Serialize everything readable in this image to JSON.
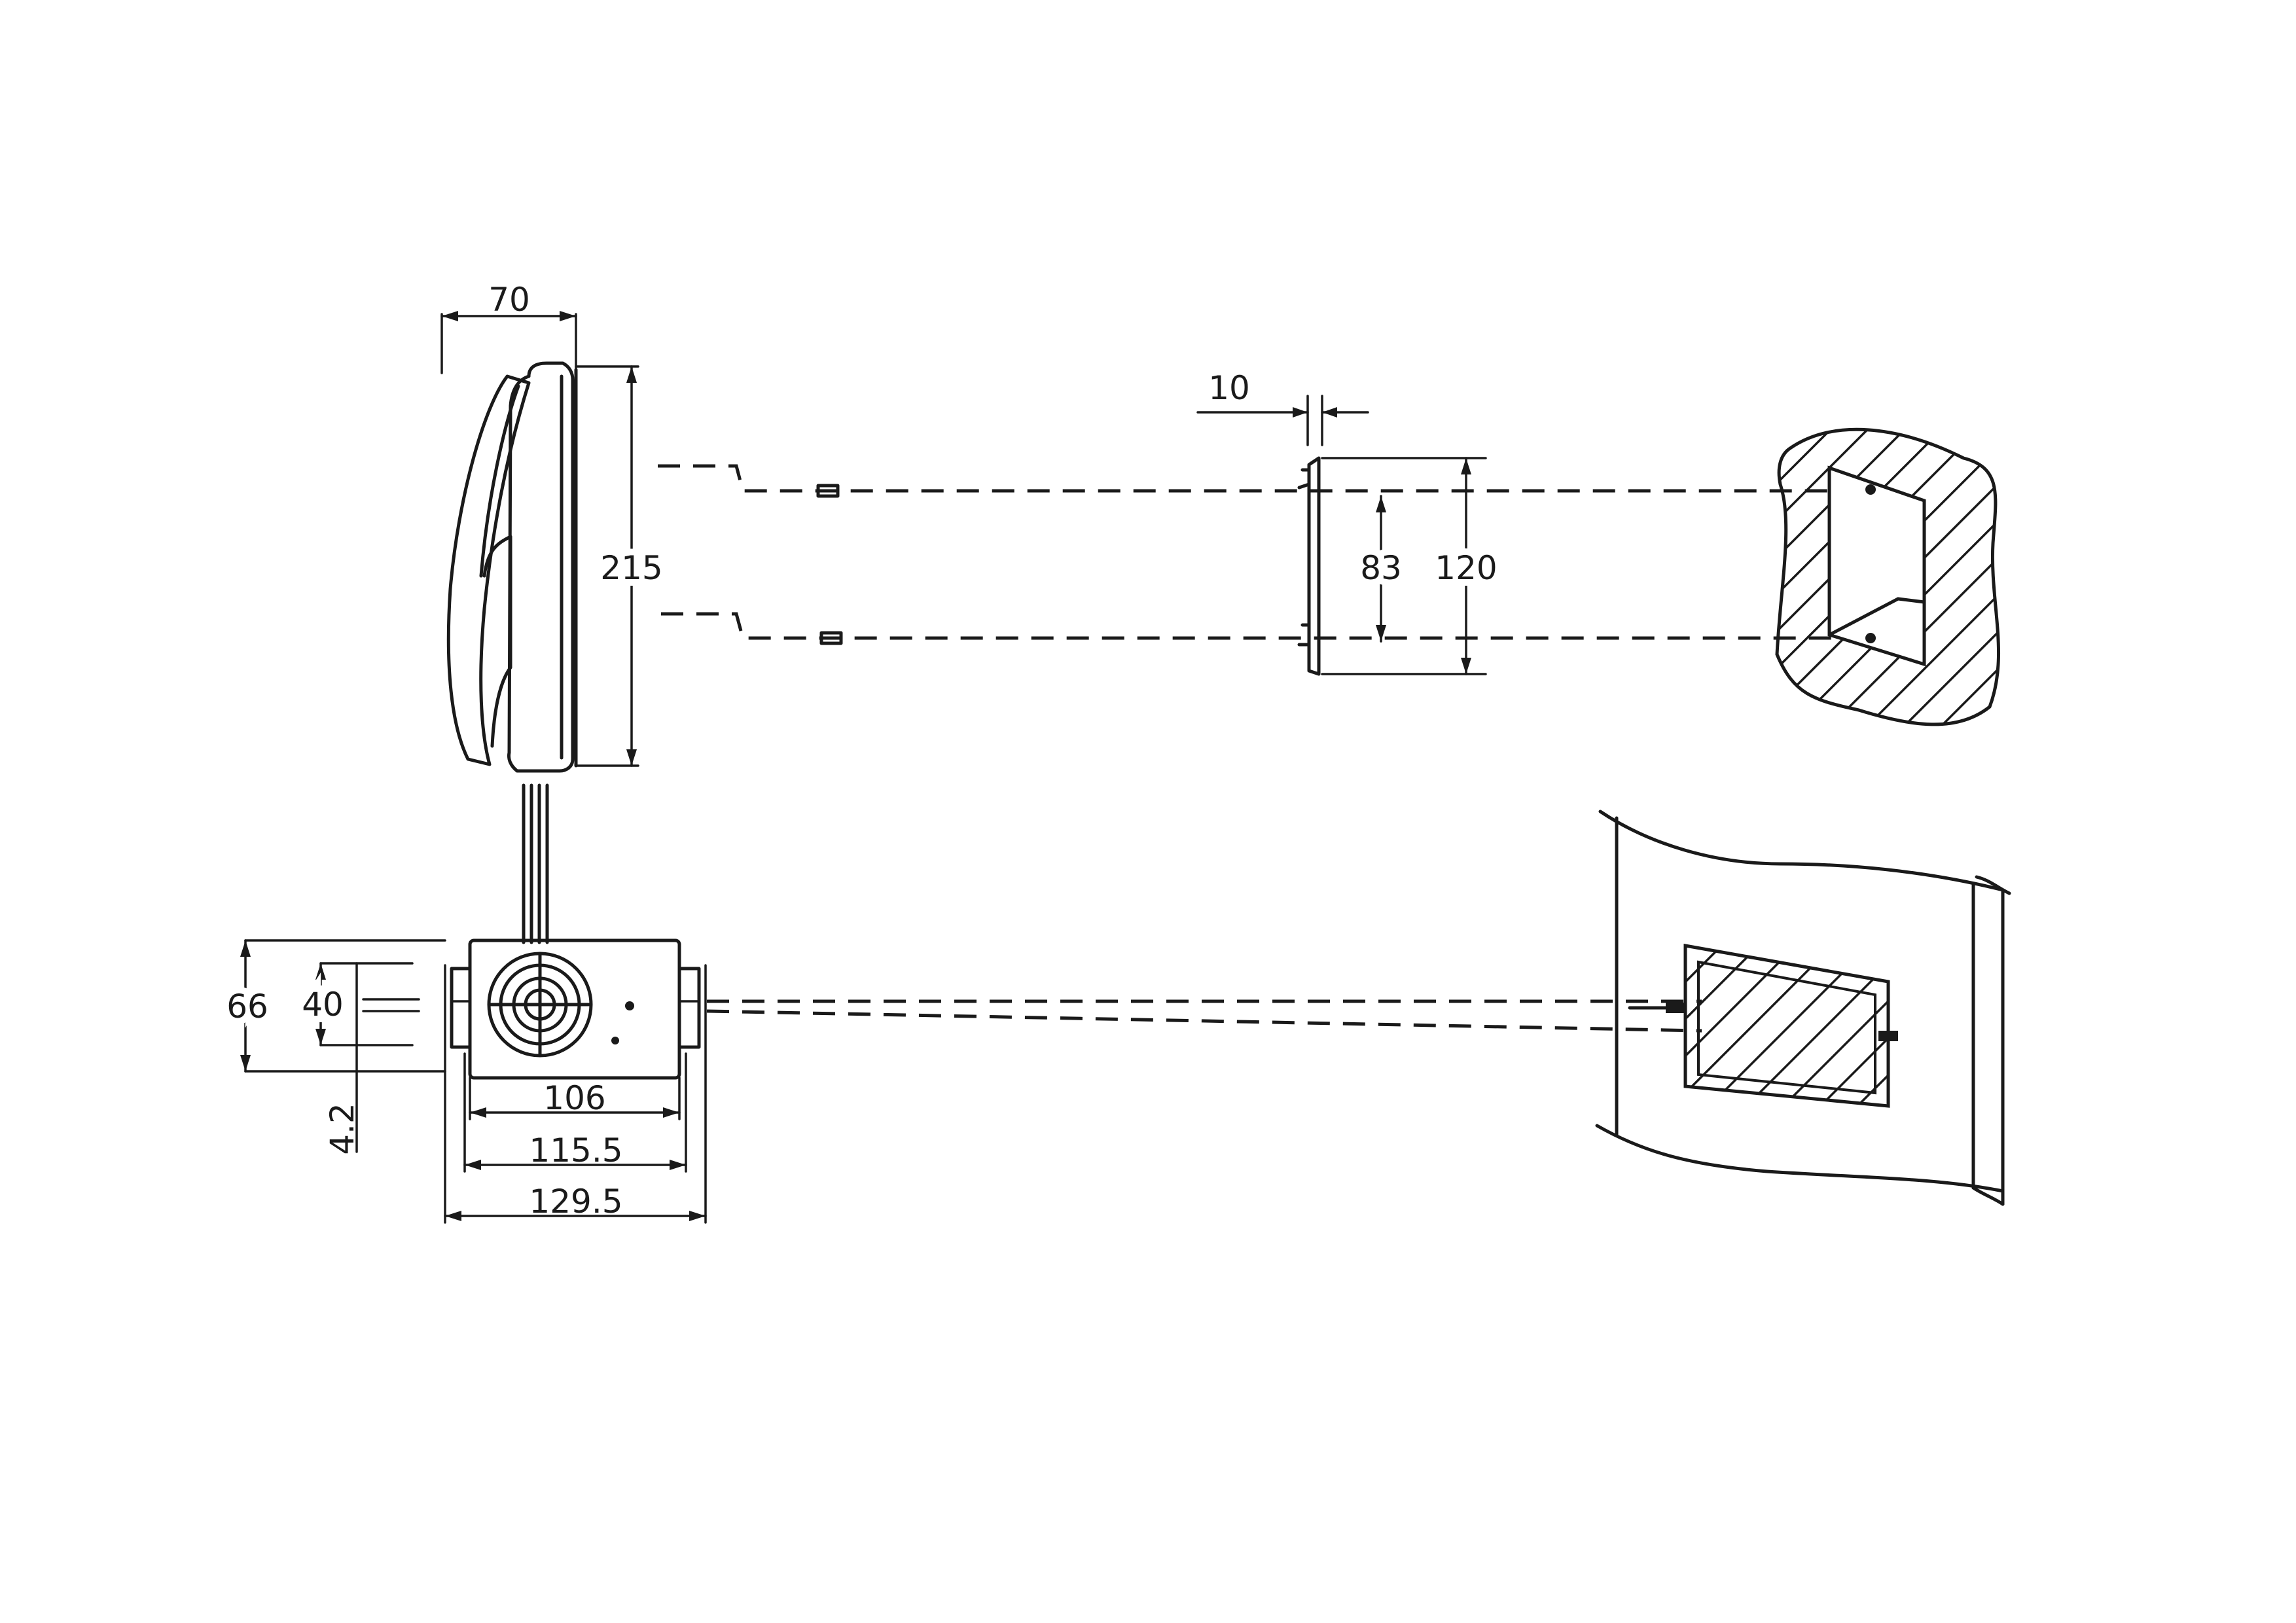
{
  "dimensions": {
    "handset_depth": "70",
    "handset_height": "215",
    "bracket_thickness": "10",
    "hole_spacing": "83",
    "bracket_height": "120",
    "base_height": "66",
    "inner_height": "40",
    "offset": "4.2",
    "width_inner": "106",
    "width_mid": "115.5",
    "width_overall": "129.5"
  },
  "colors": {
    "line": "#1a1a1a",
    "background": "#ffffff"
  }
}
